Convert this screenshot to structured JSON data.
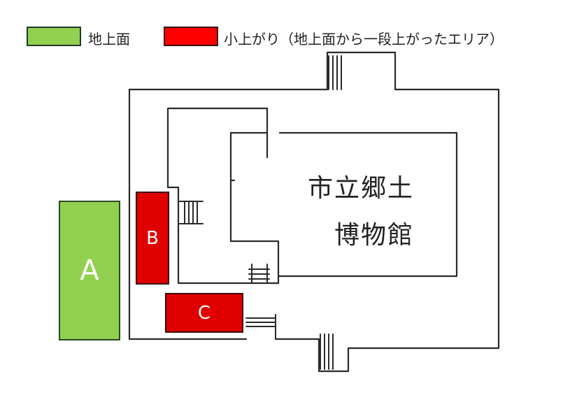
{
  "legend": {
    "ground_label": "地上面",
    "raised_label": "小上がり（地上面から一段上がったエリア）"
  },
  "areas": {
    "a": "A",
    "b": "B",
    "c": "C"
  },
  "building": {
    "line1": "市立郷土",
    "line2": "博物館"
  },
  "colors": {
    "ground": "#92d050",
    "raised": "#ff0000"
  }
}
